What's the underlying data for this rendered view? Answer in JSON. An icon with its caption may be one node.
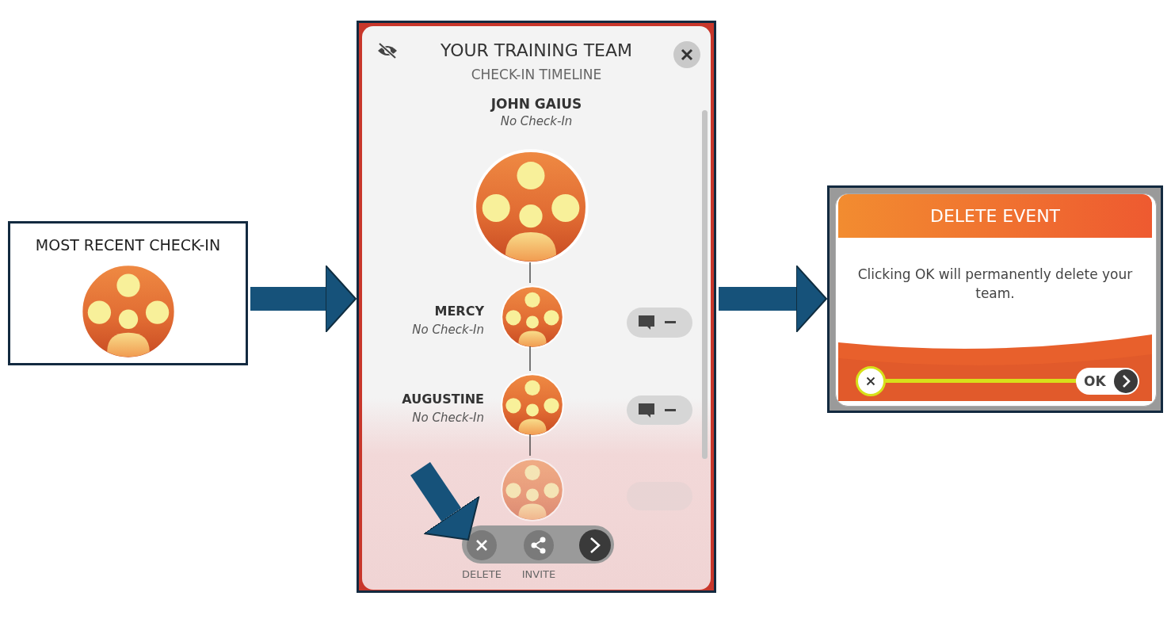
{
  "diagram": {
    "nodes": [
      {
        "text": [
          "MOST RECENT CHECK-IN"
        ]
      },
      {
        "text": [
          "YOUR TRAINING TEAM",
          "CHECK-IN TIMELINE"
        ]
      },
      {
        "text": [],
        "shape": "picture",
        "in": 1,
        "beside": [
          "JOHN GAIUS",
          "No Check-In"
        ]
      },
      {
        "text": [],
        "shape": "picture",
        "in": 1,
        "beside": [
          "MERCY",
          "No Check-In"
        ]
      },
      {
        "text": [],
        "shape": "picture",
        "in": 1,
        "beside": [
          "AUGUSTINE",
          "No Check-In"
        ]
      },
      {
        "text": [],
        "shape": "picture",
        "in": 1
      },
      {
        "text": [
          "DELETE"
        ],
        "in": 1
      },
      {
        "text": [
          "INVITE"
        ],
        "in": 1
      },
      {
        "text": [],
        "shape": "circle",
        "in": 1
      },
      {
        "text": [
          "DELETE EVENT",
          "Clicking OK will permanently delete your team."
        ]
      },
      {
        "text": [],
        "shape": "circle",
        "in": 9
      },
      {
        "text": [
          "OK"
        ],
        "in": 9
      }
    ],
    "edges": [
      {
        "from": 0,
        "to": 1,
        "arrow": "to",
        "style": "thick"
      },
      {
        "from": 2,
        "to": 3,
        "arrow": "none"
      },
      {
        "from": 3,
        "to": 4,
        "arrow": "none"
      },
      {
        "from": 4,
        "to": 5,
        "arrow": "none"
      },
      {
        "from": null,
        "to": 6,
        "arrow": "to",
        "style": "thick"
      },
      {
        "from": 1,
        "to": 9,
        "arrow": "to",
        "style": "thick"
      }
    ]
  }
}
